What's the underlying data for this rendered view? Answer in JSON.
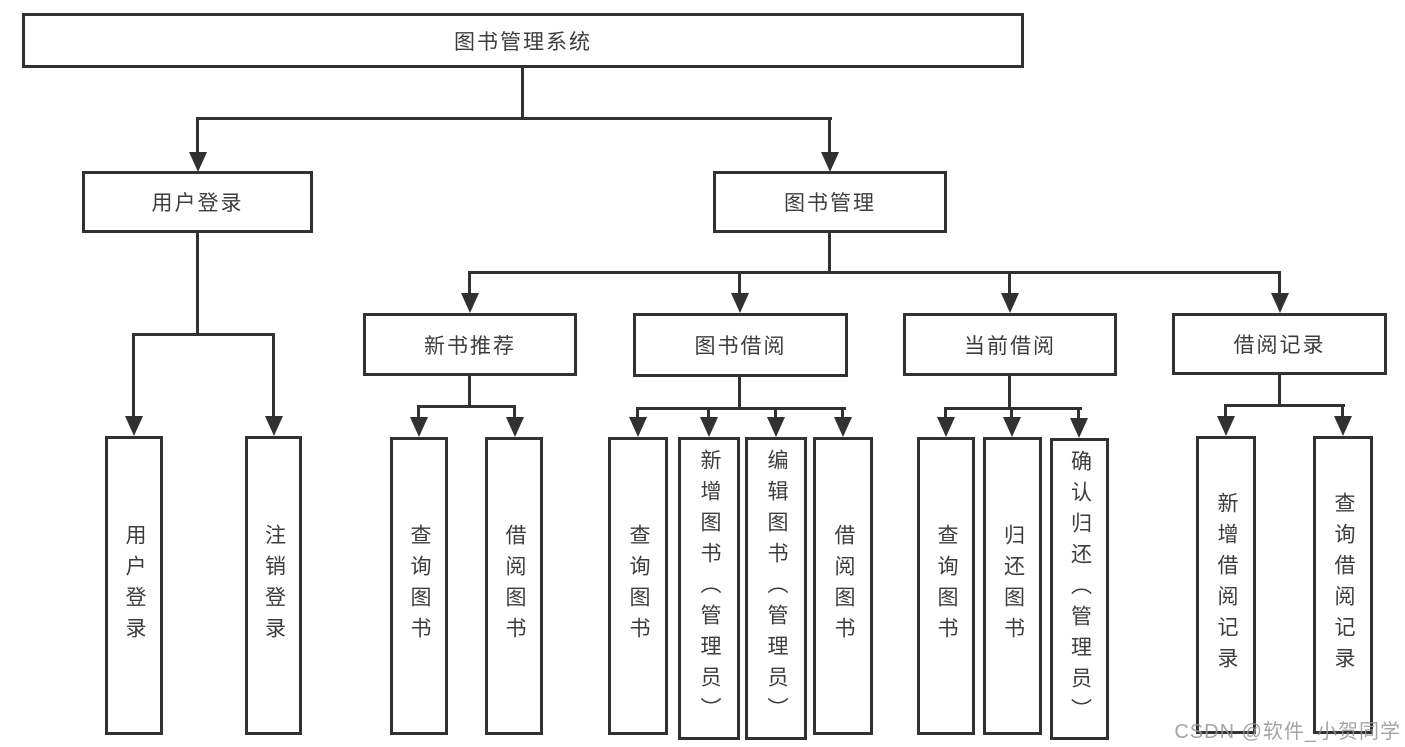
{
  "diagram_title": "图书管理系统",
  "watermark": "CSDN @软件_小贺同学",
  "colors": {
    "line": "#313131",
    "text": "#3d3d3d",
    "background": "#ffffff",
    "watermark": "#949494"
  },
  "nodes": {
    "root": {
      "label": "图书管理系统"
    },
    "user_login": {
      "label": "用户登录"
    },
    "book_mgmt": {
      "label": "图书管理"
    },
    "user_login_leaf": {
      "label": "用户登录"
    },
    "logout_leaf": {
      "label": "注销登录"
    },
    "new_book_rec": {
      "label": "新书推荐"
    },
    "book_borrow": {
      "label": "图书借阅"
    },
    "current_borrow": {
      "label": "当前借阅"
    },
    "borrow_records": {
      "label": "借阅记录"
    },
    "rec_query_books": {
      "label": "查询图书"
    },
    "rec_borrow_books": {
      "label": "借阅图书"
    },
    "bb_query_books": {
      "label": "查询图书"
    },
    "bb_add_books": {
      "label": "新增图书（管理员）"
    },
    "bb_edit_books": {
      "label": "编辑图书（管理员）"
    },
    "bb_borrow_books": {
      "label": "借阅图书"
    },
    "cb_query_books": {
      "label": "查询图书"
    },
    "cb_return_books": {
      "label": "归还图书"
    },
    "cb_confirm_return": {
      "label": "确认归还（管理员）"
    },
    "br_add_record": {
      "label": "新增借阅记录"
    },
    "br_query_record": {
      "label": "查询借阅记录"
    }
  },
  "hierarchy": {
    "图书管理系统": {
      "用户登录": [
        "用户登录",
        "注销登录"
      ],
      "图书管理": {
        "新书推荐": [
          "查询图书",
          "借阅图书"
        ],
        "图书借阅": [
          "查询图书",
          "新增图书（管理员）",
          "编辑图书（管理员）",
          "借阅图书"
        ],
        "当前借阅": [
          "查询图书",
          "归还图书",
          "确认归还（管理员）"
        ],
        "借阅记录": [
          "新增借阅记录",
          "查询借阅记录"
        ]
      }
    }
  }
}
